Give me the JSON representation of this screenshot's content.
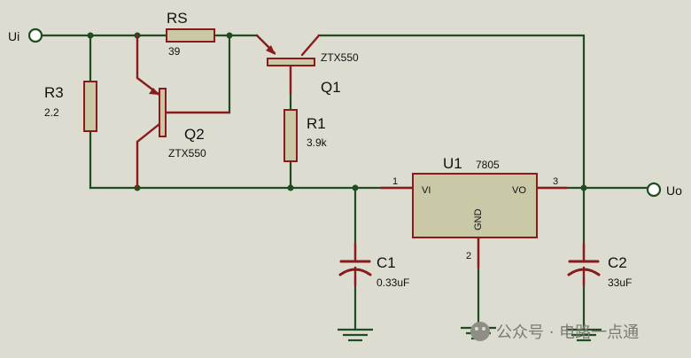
{
  "terminals": {
    "input": "Ui",
    "output": "Uo"
  },
  "components": {
    "rs": {
      "ref": "RS",
      "value": "39"
    },
    "r3": {
      "ref": "R3",
      "value": "2.2"
    },
    "r1": {
      "ref": "R1",
      "value": "3.9k"
    },
    "q1": {
      "ref": "Q1",
      "part": "ZTX550"
    },
    "q2": {
      "ref": "Q2",
      "part": "ZTX550"
    },
    "u1": {
      "ref": "U1",
      "part": "7805",
      "pin_vi": "VI",
      "pin_vo": "VO",
      "pin_gnd": "GND",
      "pin1": "1",
      "pin2": "2",
      "pin3": "3"
    },
    "c1": {
      "ref": "C1",
      "value": "0.33uF"
    },
    "c2": {
      "ref": "C2",
      "value": "33uF"
    }
  },
  "watermark": "公众号 · 电路一点通"
}
